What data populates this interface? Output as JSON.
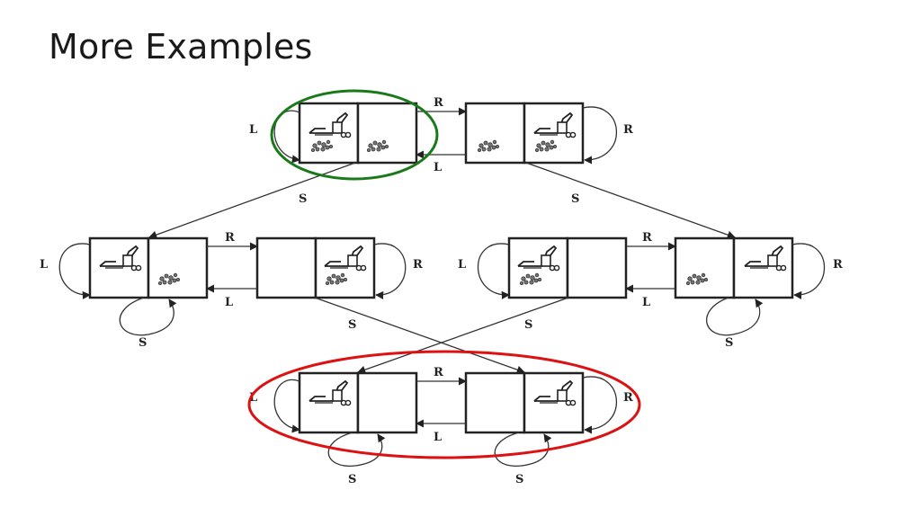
{
  "slide": {
    "title": "More Examples"
  },
  "diagram": {
    "action_labels": {
      "left": "L",
      "right": "R",
      "suck": "S"
    },
    "highlights": {
      "start_state_color": "#1a7a1a",
      "goal_states_color": "#dd1111"
    },
    "states": [
      {
        "id": "top-left",
        "vacuum": "left",
        "dirt_left": true,
        "dirt_right": true
      },
      {
        "id": "top-right",
        "vacuum": "right",
        "dirt_left": true,
        "dirt_right": true
      },
      {
        "id": "mid-1",
        "vacuum": "left",
        "dirt_left": false,
        "dirt_right": true
      },
      {
        "id": "mid-2",
        "vacuum": "right",
        "dirt_left": false,
        "dirt_right": true
      },
      {
        "id": "mid-3",
        "vacuum": "left",
        "dirt_left": true,
        "dirt_right": false
      },
      {
        "id": "mid-4",
        "vacuum": "right",
        "dirt_left": true,
        "dirt_right": false
      },
      {
        "id": "bottom-left",
        "vacuum": "left",
        "dirt_left": false,
        "dirt_right": false
      },
      {
        "id": "bottom-right",
        "vacuum": "right",
        "dirt_left": false,
        "dirt_right": false
      }
    ]
  }
}
